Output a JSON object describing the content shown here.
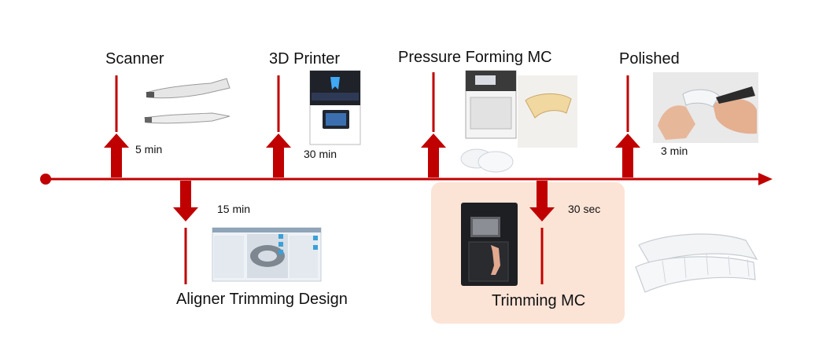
{
  "colors": {
    "accent": "#c00000",
    "highlight_bg": "#fbe3d6"
  },
  "steps": {
    "scanner": {
      "label": "Scanner",
      "time": "5 min"
    },
    "printer": {
      "label": "3D Printer",
      "time": "30 min"
    },
    "pressure": {
      "label": "Pressure Forming MC"
    },
    "polished": {
      "label": "Polished",
      "time": "3 min"
    },
    "design": {
      "label": "Aligner Trimming Design",
      "time": "15 min"
    },
    "trimming": {
      "label": "Trimming MC",
      "time": "30 sec"
    }
  },
  "icons": {
    "scanner": "intraoral-scanner-icon",
    "printer": "3d-printer-icon",
    "pressure": "pressure-forming-machine-icon",
    "polish": "polishing-tool-icon",
    "design": "design-software-icon",
    "trimming": "trimming-machine-icon",
    "aligner": "clear-aligner-icon"
  }
}
